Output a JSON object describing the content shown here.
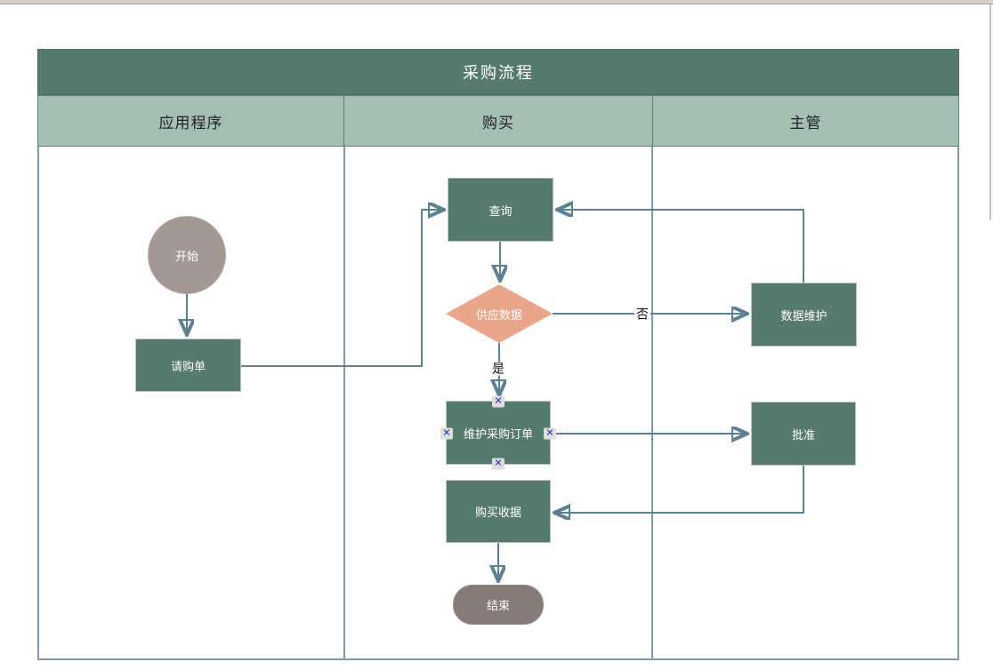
{
  "colors": {
    "title_bar": "#577a6e",
    "lane_header": "#a4beb3",
    "process_fill": "#567a6d",
    "start_fill": "#a39894",
    "end_fill": "#867b77",
    "decision_fill": "#e9a68a",
    "connector": "#5e8192",
    "table_border": "#8099ab",
    "connection_point_x": "#2431b8"
  },
  "icons": {
    "connection_point_x": "✕"
  },
  "diagram": {
    "title": "采购流程",
    "lanes": [
      {
        "label": "应用程序"
      },
      {
        "label": "购买"
      },
      {
        "label": "主管"
      }
    ],
    "nodes": [
      {
        "id": "start",
        "type": "start-circle",
        "label": "开始"
      },
      {
        "id": "purchase-requisition",
        "type": "process",
        "label": "请购单"
      },
      {
        "id": "query",
        "type": "process",
        "label": "查询"
      },
      {
        "id": "supply-data",
        "type": "decision",
        "label": "供应数据"
      },
      {
        "id": "data-maintenance",
        "type": "process",
        "label": "数据维护"
      },
      {
        "id": "maintain-purchase-order",
        "type": "process",
        "label": "维护采购订单"
      },
      {
        "id": "approve",
        "type": "process",
        "label": "批准"
      },
      {
        "id": "purchase-receipt",
        "type": "process",
        "label": "购买收据"
      },
      {
        "id": "end",
        "type": "terminator",
        "label": "结束"
      }
    ],
    "edges": [
      {
        "from": "start",
        "to": "purchase-requisition",
        "label": ""
      },
      {
        "from": "purchase-requisition",
        "to": "query",
        "label": ""
      },
      {
        "from": "query",
        "to": "supply-data",
        "label": ""
      },
      {
        "from": "supply-data",
        "to": "data-maintenance",
        "label": "否"
      },
      {
        "from": "data-maintenance",
        "to": "query",
        "label": ""
      },
      {
        "from": "supply-data",
        "to": "maintain-purchase-order",
        "label": "是"
      },
      {
        "from": "maintain-purchase-order",
        "to": "approve",
        "label": ""
      },
      {
        "from": "approve",
        "to": "purchase-receipt",
        "label": ""
      },
      {
        "from": "purchase-receipt",
        "to": "end",
        "label": ""
      }
    ],
    "edge_labels": {
      "no": "否",
      "yes": "是"
    }
  }
}
